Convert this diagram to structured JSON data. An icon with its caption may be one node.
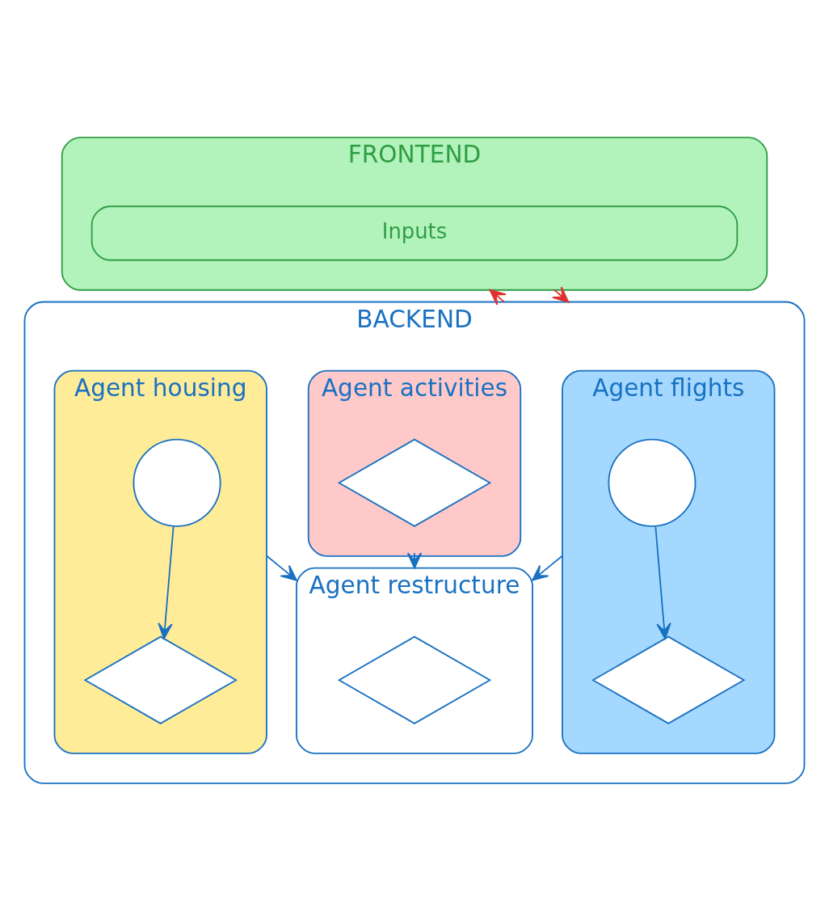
{
  "diagram": {
    "nodes": [
      {
        "text": [
          "FRONTEND"
        ]
      },
      {
        "text": [
          "Inputs"
        ],
        "in": 0
      },
      {
        "text": [
          "BACKEND"
        ]
      },
      {
        "text": [
          "Agent flights"
        ],
        "in": 2
      },
      {
        "text": [],
        "shape": "circle",
        "in": 3
      },
      {
        "text": [],
        "shape": "diamond",
        "in": 3
      },
      {
        "text": [
          "Agent housing"
        ],
        "in": 2
      },
      {
        "text": [],
        "shape": "circle",
        "in": 6
      },
      {
        "text": [],
        "shape": "diamond",
        "in": 6
      },
      {
        "text": [
          "Agent activities"
        ],
        "in": 2
      },
      {
        "text": [],
        "shape": "diamond",
        "in": 9
      },
      {
        "text": [
          "Agent restructure"
        ],
        "in": 2
      },
      {
        "text": [],
        "shape": "diamond",
        "in": 11
      }
    ],
    "edges": [
      {
        "from": 0,
        "to": 2,
        "arrow": "to",
        "color": "#e03131"
      },
      {
        "from": 4,
        "to": 5,
        "arrow": "to"
      },
      {
        "from": 7,
        "to": 8,
        "arrow": "to"
      },
      {
        "from": 3,
        "to": 11,
        "arrow": "to"
      },
      {
        "from": 6,
        "to": 11,
        "arrow": "to"
      },
      {
        "from": 9,
        "to": 11,
        "arrow": "to"
      },
      {
        "from": 2,
        "to": 0,
        "arrow": "to",
        "color": "#e03131"
      }
    ]
  }
}
